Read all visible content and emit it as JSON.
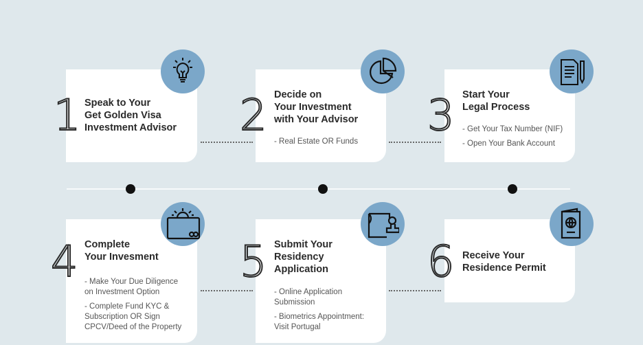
{
  "steps": [
    {
      "number": "1",
      "title_lines": [
        "Speak to Your",
        "Get Golden Visa",
        "Investment Advisor"
      ],
      "bullets": [],
      "icon": "lightbulb-icon"
    },
    {
      "number": "2",
      "title_lines": [
        "Decide on",
        "Your Investment",
        "with Your Advisor"
      ],
      "bullets": [
        "- Real Estate OR Funds"
      ],
      "icon": "pie-chart-icon"
    },
    {
      "number": "3",
      "title_lines": [
        "Start Your",
        "Legal Process"
      ],
      "bullets": [
        "- Get Your Tax Number (NIF)",
        "- Open Your Bank Account"
      ],
      "icon": "document-pen-icon"
    },
    {
      "number": "4",
      "title_lines": [
        "Complete",
        "Your Invesment"
      ],
      "bullets": [
        "- Make Your Due Diligence on Investment Option",
        "- Complete Fund KYC & Subscription OR Sign CPCV/Deed of the Property"
      ],
      "icon": "card-coin-icon"
    },
    {
      "number": "5",
      "title_lines": [
        "Submit Your",
        "Residency",
        "Application"
      ],
      "bullets": [
        "- Online Application Submission",
        "- Biometrics Appointment: Visit Portugal"
      ],
      "icon": "stamp-document-icon"
    },
    {
      "number": "6",
      "title_lines": [
        "Receive Your",
        "Residence Permit"
      ],
      "bullets": [],
      "icon": "passport-icon"
    }
  ],
  "colors": {
    "background": "#dfe8ec",
    "accent": "#7ba7c9",
    "card": "#ffffff"
  }
}
